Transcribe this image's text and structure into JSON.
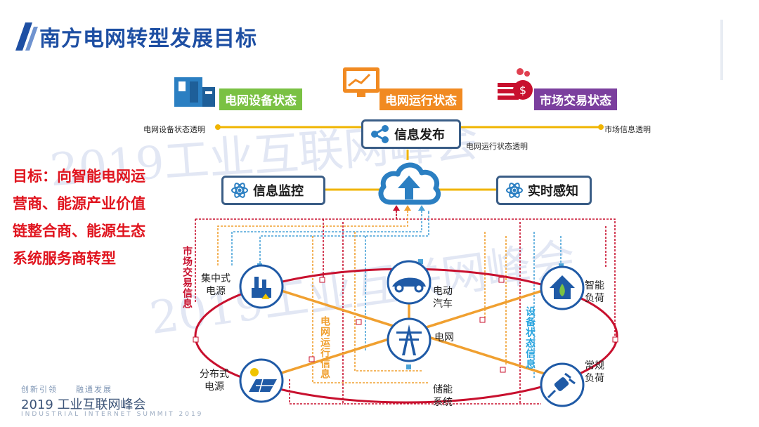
{
  "title": "南方电网转型发展目标",
  "goal_lines": [
    "目标：向智能电网运",
    "营商、能源产业价值",
    "链整合商、能源生态",
    "系统服务商转型"
  ],
  "headers": {
    "equipment": "电网设备状态",
    "operation": "电网运行状态",
    "market": "市场交易状态"
  },
  "info_publish": "信息发布",
  "info_monitor": "信息监控",
  "realtime": "实时感知",
  "transparency": {
    "equipment": "电网设备状态透明",
    "market": "市场信息透明",
    "operation": "电网运行状态透明"
  },
  "nodes": {
    "central": [
      "集中式",
      "电源"
    ],
    "ev": [
      "电动",
      "汽车"
    ],
    "smart_load": [
      "智能",
      "负荷"
    ],
    "grid": "电网",
    "distributed": [
      "分布式",
      "电源"
    ],
    "storage": [
      "储能",
      "系统"
    ],
    "regular_load": [
      "常规",
      "负荷"
    ]
  },
  "vertical_labels": {
    "market_trade": "市场交易信息",
    "grid_operation": "电网运行信息",
    "equipment_status": "设备状态信息"
  },
  "watermark": "2019工业互联网峰会",
  "footer": {
    "slogan": "创新引领　　融通发展",
    "event": "2019 工业互联网峰会",
    "english": "INDUSTRIAL INTERNET SUMMIT 2019"
  },
  "colors": {
    "title_blue": "#1e4fa3",
    "goal_red": "#e0141e",
    "equipment_green": "#7ac143",
    "operation_orange": "#f18a21",
    "market_purple": "#7b3f9e",
    "ellipse_red": "#c8102e",
    "link_orange": "#f0a030",
    "node_blue": "#1f5aa6"
  }
}
